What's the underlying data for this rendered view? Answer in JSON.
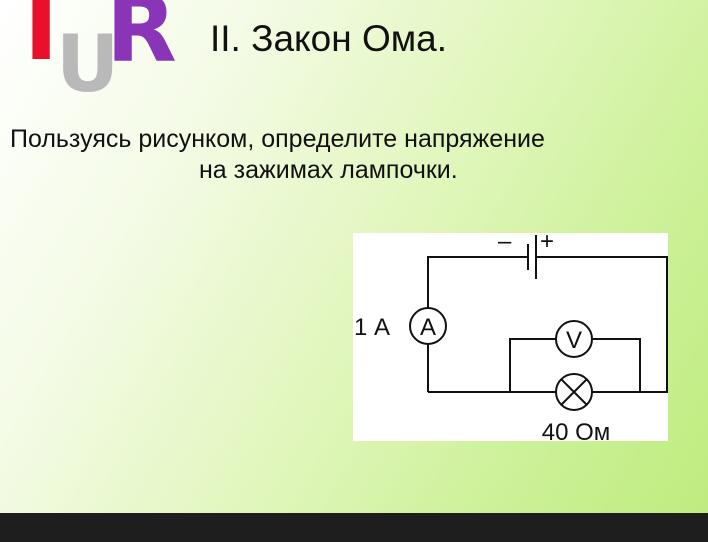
{
  "logo": {
    "letters": [
      "I",
      "U",
      "R"
    ],
    "colors": [
      "#e8102a",
      "#b9b9b9",
      "#8a34b8"
    ]
  },
  "title": "II. Закон Ома.",
  "task": {
    "line1": "Пользуясь рисунком, определите напряжение",
    "line2": "на зажимах лампочки."
  },
  "circuit": {
    "battery_minus": "–",
    "battery_plus": "+",
    "current_label": "1 А",
    "ammeter_symbol": "A",
    "voltmeter_symbol": "V",
    "lamp_label": "40 Ом"
  },
  "colors": {
    "wire": "#111111",
    "bottom_bar": "#1e1e1e"
  }
}
